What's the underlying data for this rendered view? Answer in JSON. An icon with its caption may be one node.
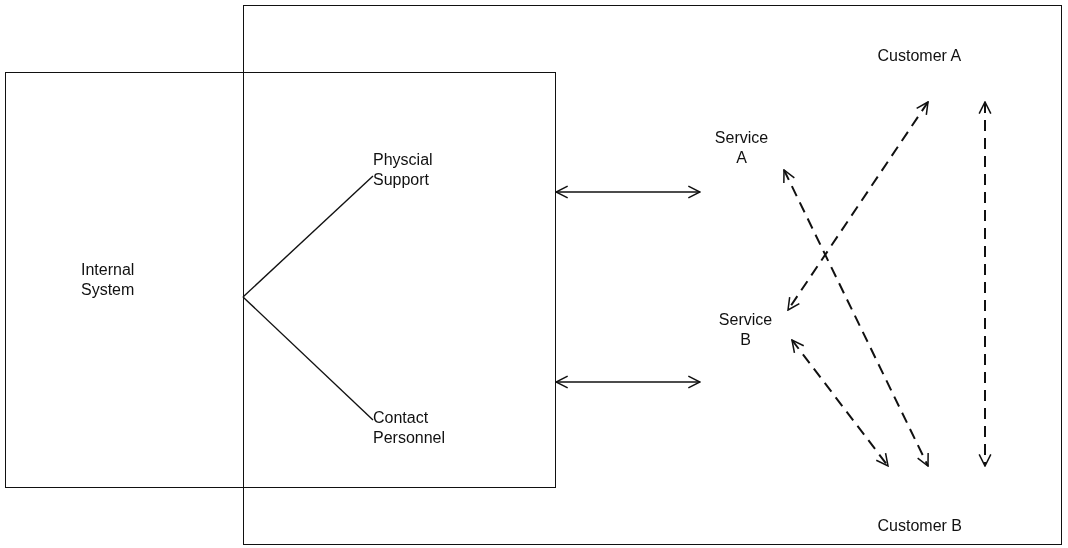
{
  "diagram": {
    "nodes": [
      {
        "text": [],
        "shape": "box"
      },
      {
        "text": [
          "Internal System"
        ]
      },
      {
        "text": [
          "Physcial Support"
        ]
      },
      {
        "text": [
          "Contact Personnel"
        ]
      },
      {
        "text": [
          "Service A"
        ],
        "in": 0
      },
      {
        "text": [
          "Service B"
        ],
        "in": 0
      },
      {
        "text": [
          "Customer A"
        ],
        "in": 0
      },
      {
        "text": [
          "Customer B"
        ],
        "in": 0
      }
    ],
    "edges": [
      {
        "from": 1,
        "to": 2,
        "arrow": "none"
      },
      {
        "from": 1,
        "to": 3,
        "arrow": "none"
      },
      {
        "from": 1,
        "to": 4,
        "arrow": "both"
      },
      {
        "from": 1,
        "to": 5,
        "arrow": "both"
      },
      {
        "from": 6,
        "to": 5,
        "arrow": "both",
        "style": "dashed"
      },
      {
        "from": 4,
        "to": 7,
        "arrow": "both",
        "style": "dashed"
      },
      {
        "from": 5,
        "to": 7,
        "arrow": "both",
        "style": "dashed"
      },
      {
        "from": 6,
        "to": 7,
        "arrow": "both",
        "style": "dashed"
      }
    ]
  }
}
